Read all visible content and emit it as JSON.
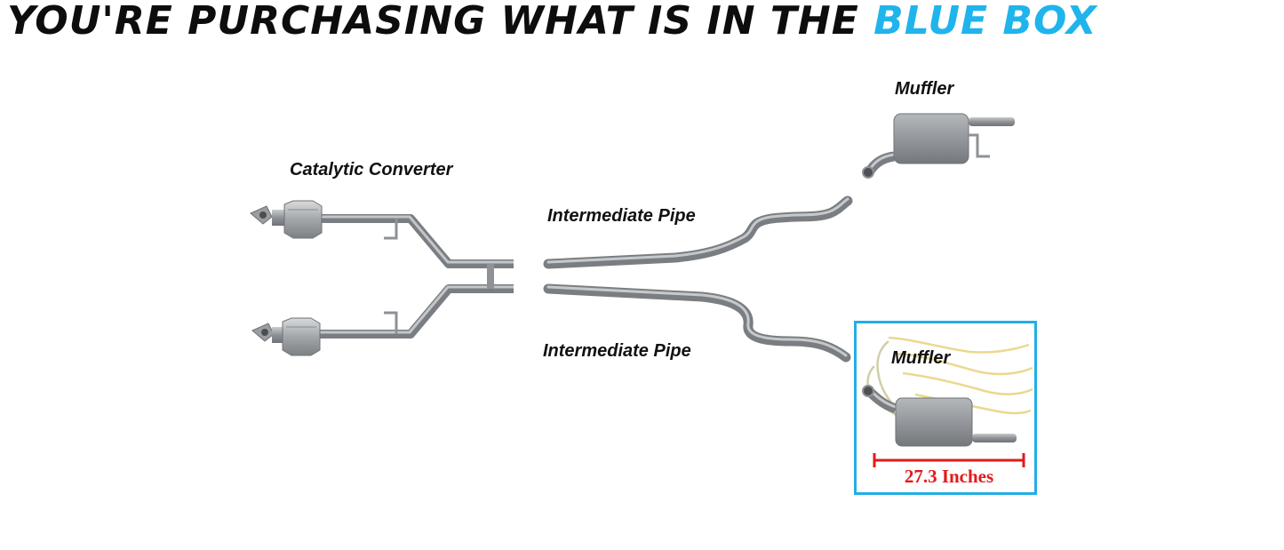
{
  "headline": {
    "text_black": "YOU'RE PURCHASING WHAT IS IN THE",
    "text_blue": "BLUE BOX",
    "accent_color": "#1fb4ec"
  },
  "labels": {
    "catalytic_converter": "Catalytic Converter",
    "intermediate_pipe_top": "Intermediate Pipe",
    "intermediate_pipe_bottom": "Intermediate Pipe",
    "muffler_top": "Muffler",
    "muffler_boxed": "Muffler"
  },
  "dimension": {
    "text": "27.3 Inches",
    "color": "#e01b1b"
  },
  "colors": {
    "pipe": "#8e9296",
    "pipe_highlight": "#c2c5c8",
    "box_border": "#22aee6",
    "horse_watermark": "#e8d27a"
  }
}
